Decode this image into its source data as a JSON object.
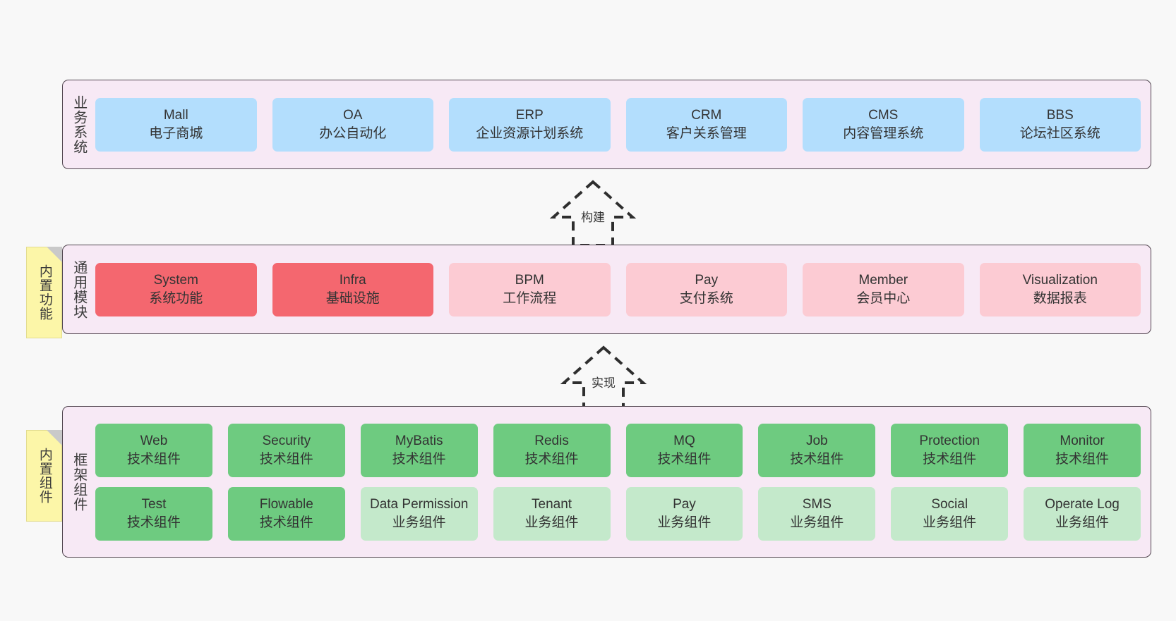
{
  "diagram": {
    "title_colors": {
      "panel_bg": "#f7e9f5",
      "panel_border": "#50444e",
      "business_card": "#b3defd",
      "module_primary_card": "#f4676f",
      "module_card": "#fccbd3",
      "tech_component_card": "#6ecb80",
      "biz_component_card": "#c4e9cb",
      "note_bg": "#fcf6a8",
      "canvas_bg": "#f8f8f8"
    }
  },
  "notes": [
    {
      "id": "functions",
      "label": "内置功能"
    },
    {
      "id": "components",
      "label": "内置组件"
    }
  ],
  "arrows": [
    {
      "id": "build",
      "label": "构建"
    },
    {
      "id": "realize",
      "label": "实现"
    }
  ],
  "layers": {
    "business": {
      "title": "业务系统",
      "rows": [
        [
          {
            "name": "Mall",
            "sub": "电子商城"
          },
          {
            "name": "OA",
            "sub": "办公自动化"
          },
          {
            "name": "ERP",
            "sub": "企业资源计划系统"
          },
          {
            "name": "CRM",
            "sub": "客户关系管理"
          },
          {
            "name": "CMS",
            "sub": "内容管理系统"
          },
          {
            "name": "BBS",
            "sub": "论坛社区系统"
          }
        ]
      ]
    },
    "modules": {
      "title": "通用模块",
      "rows": [
        [
          {
            "name": "System",
            "sub": "系统功能"
          },
          {
            "name": "Infra",
            "sub": "基础设施"
          },
          {
            "name": "BPM",
            "sub": "工作流程"
          },
          {
            "name": "Pay",
            "sub": "支付系统"
          },
          {
            "name": "Member",
            "sub": "会员中心"
          },
          {
            "name": "Visualization",
            "sub": "数据报表"
          }
        ]
      ]
    },
    "framework": {
      "title": "框架组件",
      "rows": [
        [
          {
            "name": "Web",
            "sub": "技术组件"
          },
          {
            "name": "Security",
            "sub": "技术组件"
          },
          {
            "name": "MyBatis",
            "sub": "技术组件"
          },
          {
            "name": "Redis",
            "sub": "技术组件"
          },
          {
            "name": "MQ",
            "sub": "技术组件"
          },
          {
            "name": "Job",
            "sub": "技术组件"
          },
          {
            "name": "Protection",
            "sub": "技术组件"
          },
          {
            "name": "Monitor",
            "sub": "技术组件"
          }
        ],
        [
          {
            "name": "Test",
            "sub": "技术组件"
          },
          {
            "name": "Flowable",
            "sub": "技术组件"
          },
          {
            "name": "Data Permission",
            "sub": "业务组件"
          },
          {
            "name": "Tenant",
            "sub": "业务组件"
          },
          {
            "name": "Pay",
            "sub": "业务组件"
          },
          {
            "name": "SMS",
            "sub": "业务组件"
          },
          {
            "name": "Social",
            "sub": "业务组件"
          },
          {
            "name": "Operate Log",
            "sub": "业务组件"
          }
        ]
      ]
    }
  }
}
